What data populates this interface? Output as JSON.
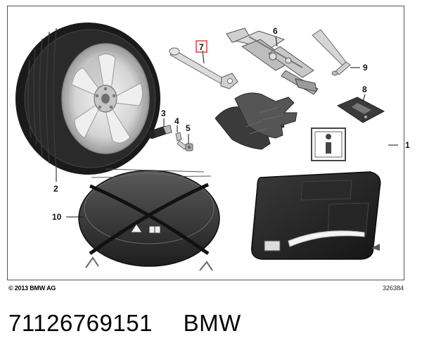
{
  "diagram": {
    "callouts": {
      "c1": "1",
      "c2": "2",
      "c3": "3",
      "c4": "4",
      "c5": "5",
      "c6": "6",
      "c7": "7",
      "c8": "8",
      "c9": "9",
      "c10": "10"
    },
    "highlighted_callout": "7",
    "highlight_color": "#e0403a",
    "info_icon": "info-icon",
    "bag_warning_icon": "warning-triangle-icon",
    "bag_book_icon": "manual-book-icon"
  },
  "footer": {
    "copyright": "© 2013 BMW AG",
    "image_number": "326384"
  },
  "part": {
    "number": "71126769151",
    "brand": "BMW"
  }
}
